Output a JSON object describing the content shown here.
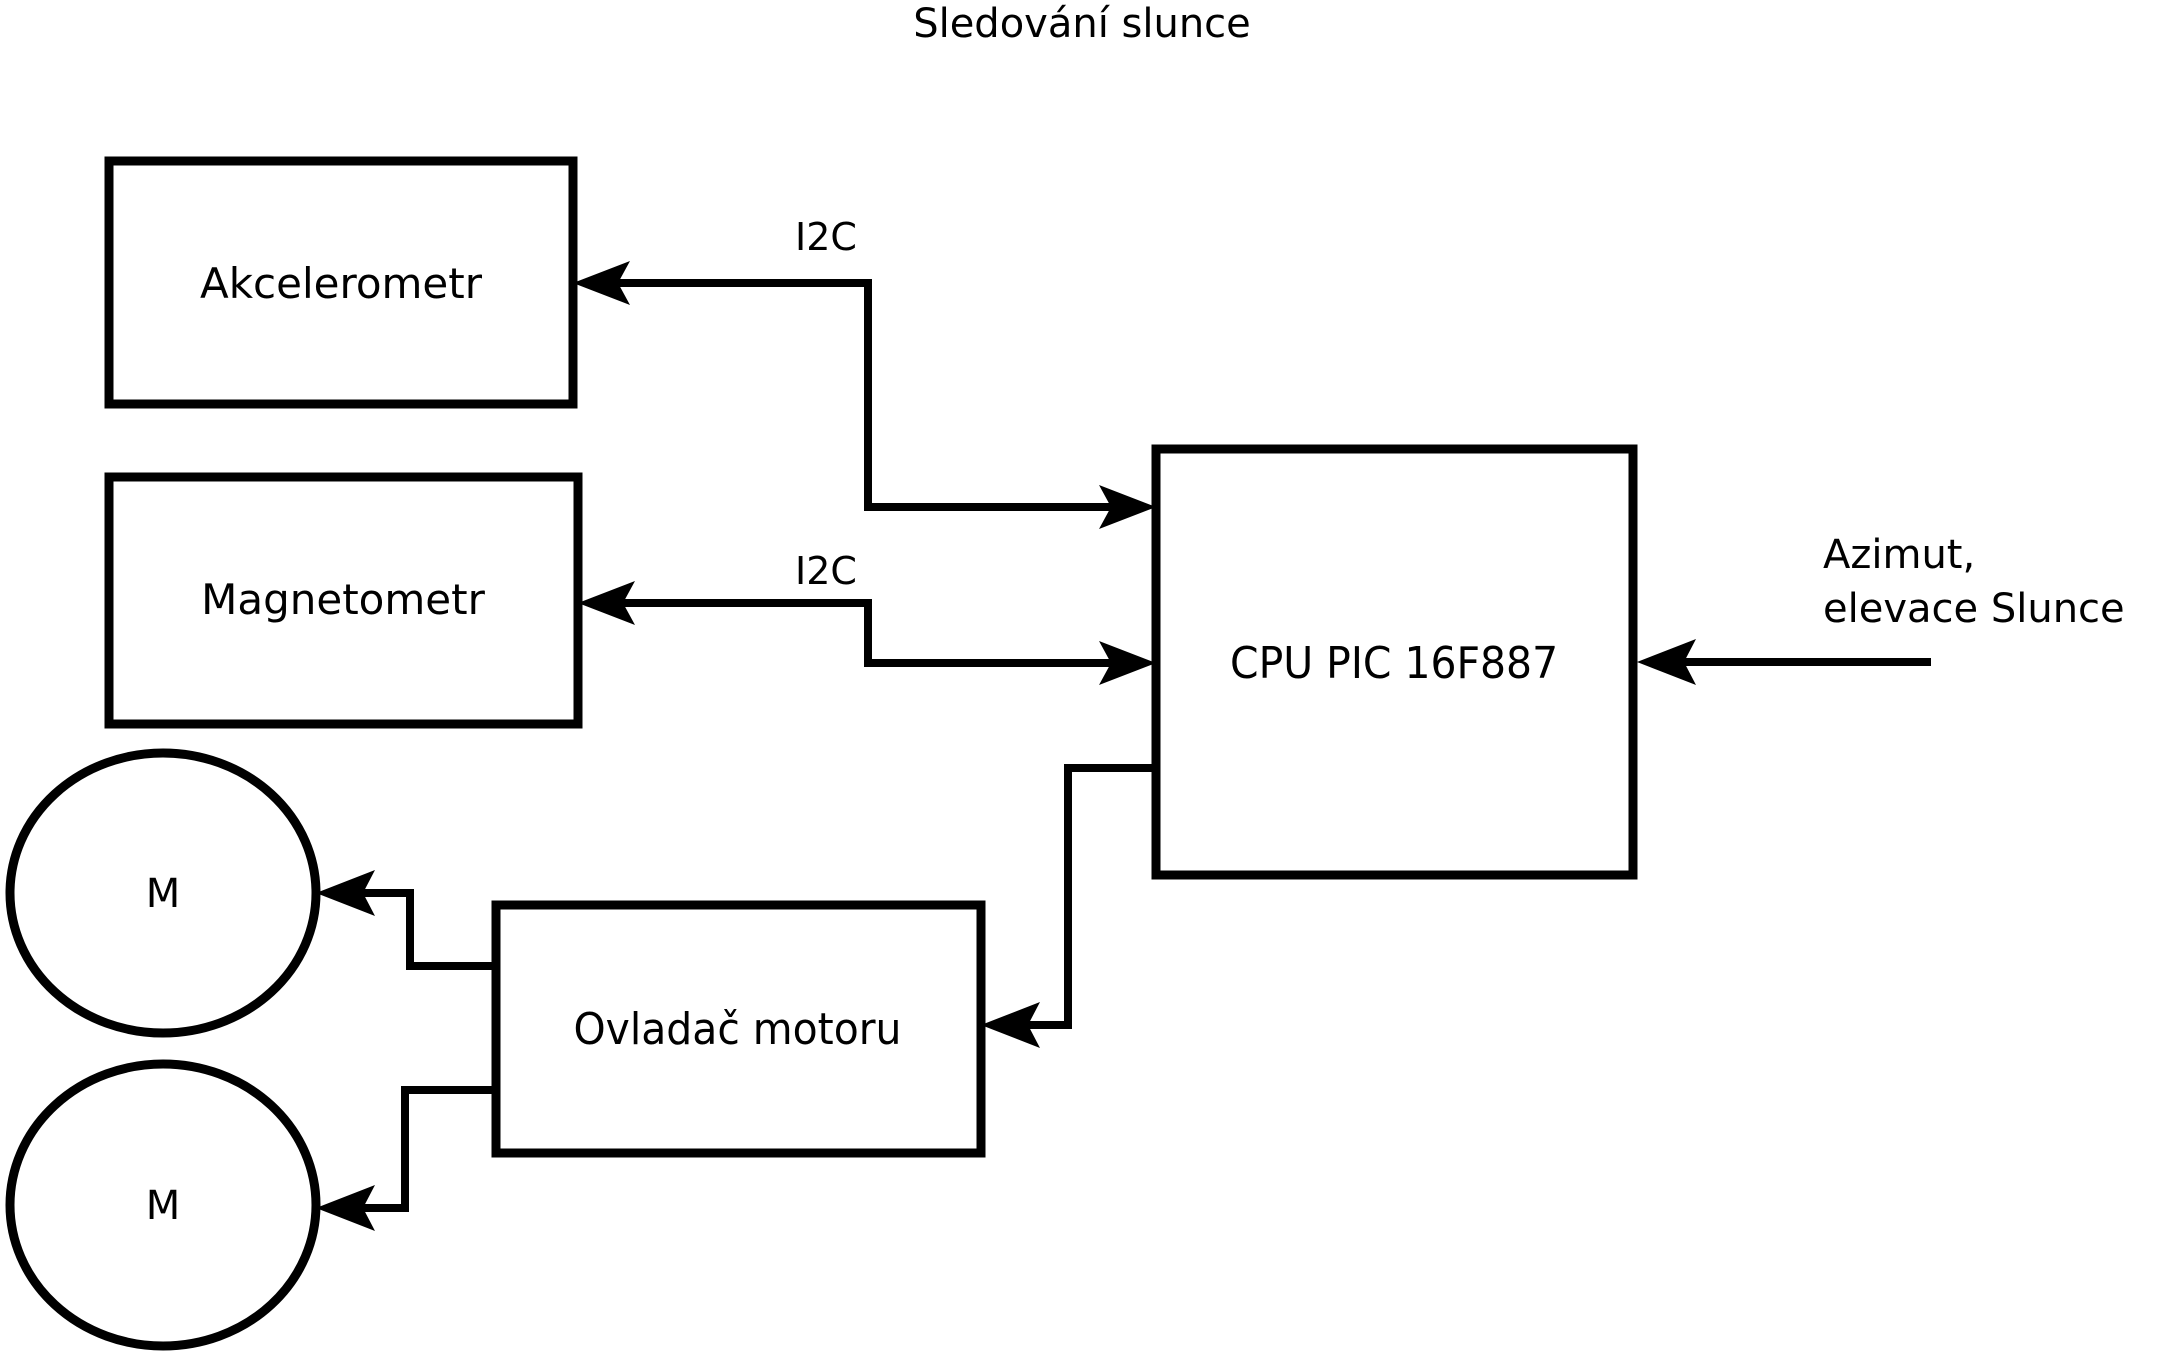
{
  "title": "Sledování slunce",
  "diagram": {
    "nodes": [
      {
        "id": "akcelerometr",
        "label": "Akcelerometr",
        "shape": "rect"
      },
      {
        "id": "magnetometr",
        "label": "Magnetometr",
        "shape": "rect"
      },
      {
        "id": "cpu",
        "label": "CPU PIC 16F887",
        "shape": "rect"
      },
      {
        "id": "ovladac",
        "label": "Ovladač motoru",
        "shape": "rect"
      },
      {
        "id": "motor-1",
        "label": "M",
        "shape": "ellipse"
      },
      {
        "id": "motor-2",
        "label": "M",
        "shape": "ellipse"
      }
    ],
    "edge_labels": {
      "i2c_accel": "I2C",
      "i2c_magnet": "I2C"
    },
    "io_label": {
      "line1": "Azimut,",
      "line2": "elevace Slunce"
    }
  },
  "colors": {
    "stroke": "#000000",
    "fill": "#ffffff",
    "background": "#ffffff"
  }
}
